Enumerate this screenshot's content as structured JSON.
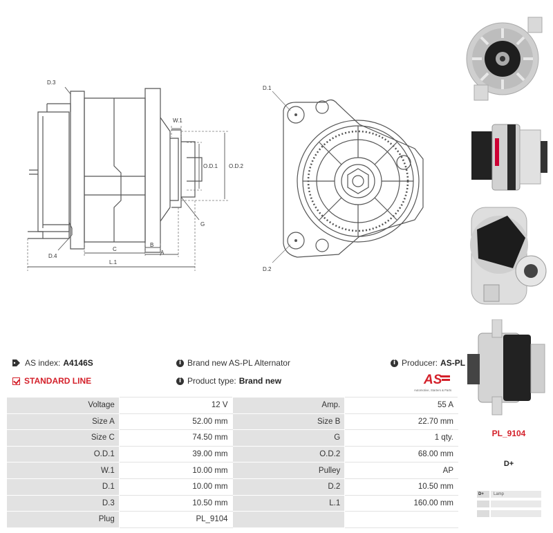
{
  "diagram": {
    "labels": {
      "d3": "D.3",
      "d4": "D.4",
      "w1": "W.1",
      "od1": "O.D.1",
      "od2": "O.D.2",
      "g": "G",
      "b": "B",
      "c": "C",
      "a": "A",
      "l1": "L.1",
      "d1": "D.1",
      "d2": "D.2"
    }
  },
  "info": {
    "as_index_label": "AS index:",
    "as_index_value": "A4146S",
    "standard_line": "STANDARD LINE",
    "description": "Brand new AS-PL Alternator",
    "product_type_label": "Product type:",
    "product_type_value": "Brand new",
    "producer_label": "Producer:",
    "producer_value": "AS-PL",
    "logo_text": "AS",
    "logo_tagline": "Automotive, Starters & Parts"
  },
  "specs": [
    {
      "l1": "Voltage",
      "v1": "12 V",
      "l2": "Amp.",
      "v2": "55 A"
    },
    {
      "l1": "Size A",
      "v1": "52.00 mm",
      "l2": "Size B",
      "v2": "22.70 mm"
    },
    {
      "l1": "Size C",
      "v1": "74.50 mm",
      "l2": "G",
      "v2": "1 qty."
    },
    {
      "l1": "O.D.1",
      "v1": "39.00 mm",
      "l2": "O.D.2",
      "v2": "68.00 mm"
    },
    {
      "l1": "W.1",
      "v1": "10.00 mm",
      "l2": "Pulley",
      "v2": "AP"
    },
    {
      "l1": "D.1",
      "v1": "10.00 mm",
      "l2": "D.2",
      "v2": "10.50 mm"
    },
    {
      "l1": "D.3",
      "v1": "10.50 mm",
      "l2": "L.1",
      "v2": "160.00 mm"
    },
    {
      "l1": "Plug",
      "v1": "PL_9104",
      "l2": "",
      "v2": ""
    }
  ],
  "plug": {
    "name": "PL_9104",
    "pin": "D+",
    "pins": [
      {
        "k": "D+",
        "v": "Lamp"
      },
      {
        "k": "",
        "v": ""
      },
      {
        "k": "",
        "v": ""
      }
    ]
  },
  "colors": {
    "accent": "#d4202a",
    "table_label_bg": "#e2e2e2",
    "line": "#666666"
  }
}
